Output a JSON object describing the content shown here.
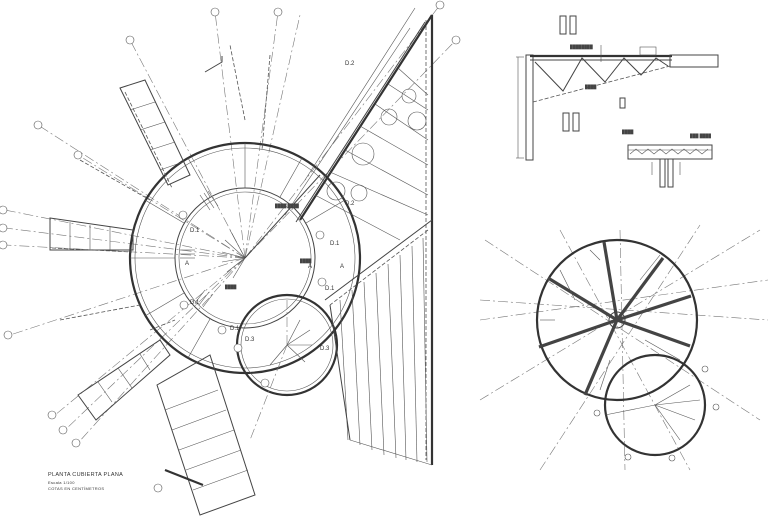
{
  "drawing": {
    "title": "PLANTA CUBIERTA PLANA",
    "subtitle_1": "Escala 1/100",
    "subtitle_2": "COTAS EN CENTÍMETROS",
    "line_color": "#444444",
    "background": "#ffffff"
  },
  "labels": {
    "d1": "D.1",
    "d2": "D.2",
    "d3": "D.3",
    "section_a": "A"
  },
  "detail_views": {
    "truss_elevation": "truss-elevation-detail",
    "slab_section": "slab-section-detail",
    "secondary_plan": "secondary-circular-plan"
  }
}
